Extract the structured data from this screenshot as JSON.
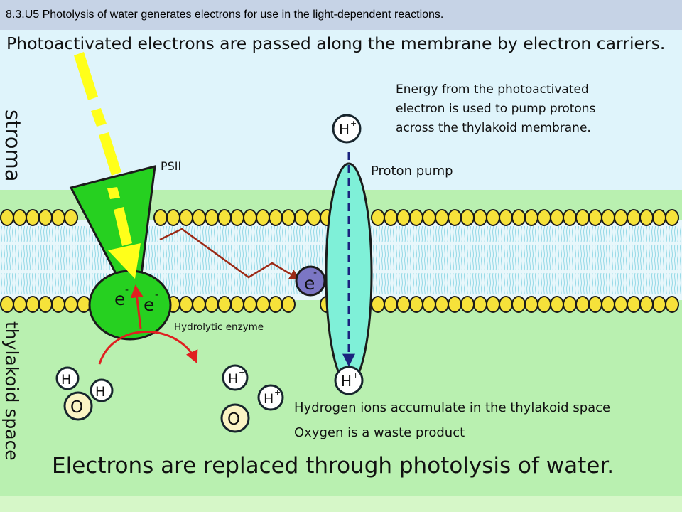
{
  "header": {
    "title": "8.3.U5 Photolysis of water generates electrons for use in the light-dependent reactions."
  },
  "diagram": {
    "top_heading": "Photoactivated electrons are passed along the membrane by electron carriers.",
    "bottom_heading": "Electrons are replaced through photolysis of water.",
    "side_label_top": "stroma",
    "side_label_bottom": "thylakoid space",
    "psii_label": "PSII",
    "proton_pump_label": "Proton pump",
    "energy_note_lines": [
      "Energy from the photoactivated",
      "electron is used to pump protons",
      "across the thylakoid membrane."
    ],
    "hydrolytic_enzyme_label": "Hydrolytic enzyme",
    "hydrogen_note": "Hydrogen ions accumulate in the thylakoid space",
    "oxygen_note": "Oxygen is a waste product",
    "electron_symbol": "e",
    "electron_charge": "-",
    "proton_symbol": "H",
    "proton_charge": "+",
    "hydrogen_symbol": "H",
    "oxygen_symbol": "O"
  },
  "colors": {
    "header_bg": "#c6d3e6",
    "stroma_bg": "#dff4fb",
    "membrane_bg": "#e8f7fb",
    "thylakoid_bg": "#b9f0b0",
    "phospholipid_head": "#f6e23a",
    "psii_green": "#26d020",
    "light_yellow": "#ffff1a",
    "proton_pump": "#7ff0d8",
    "electron_carrier": "#7b76c4",
    "electron_path": "#9c2a16",
    "enzyme_arrow": "#e02020",
    "oxygen_fill": "#fbf4c4"
  }
}
